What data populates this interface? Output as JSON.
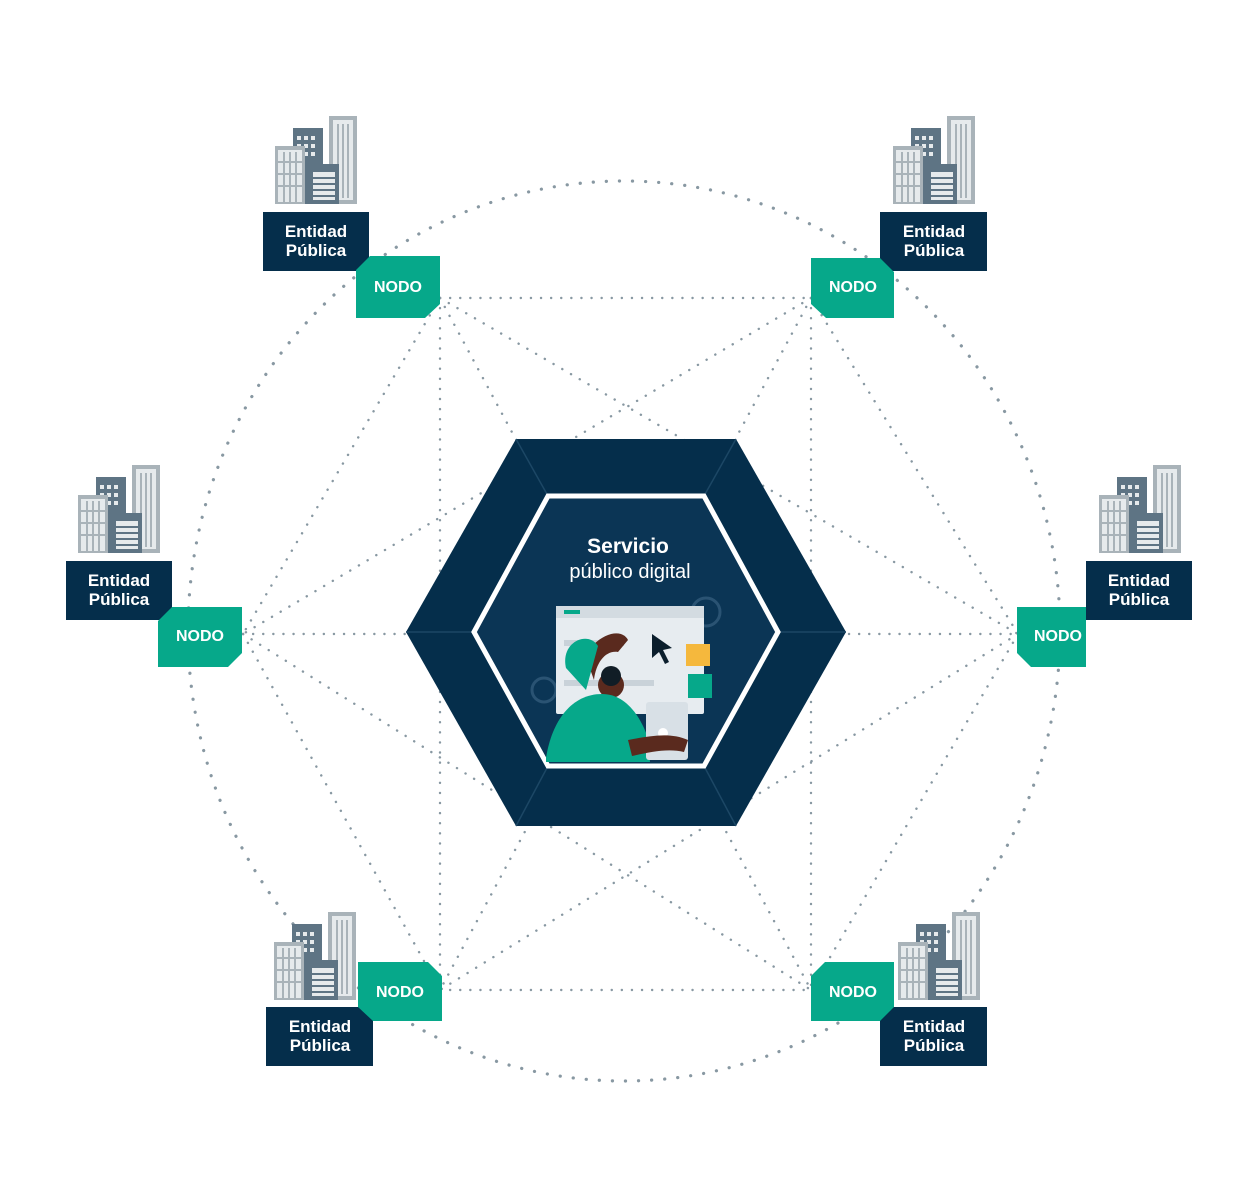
{
  "center": {
    "title": "Servicio",
    "subtitle": "público digital"
  },
  "colors": {
    "navy": "#052e4b",
    "green": "#06a88a",
    "building_light": "#a9b3b9",
    "building_dark": "#5e7484",
    "connector": "#8898a2"
  },
  "nodes": [
    {
      "id": "top-left",
      "entity_line1": "Entidad",
      "entity_line2": "Pública",
      "node_label": "NODO"
    },
    {
      "id": "top-right",
      "entity_line1": "Entidad",
      "entity_line2": "Pública",
      "node_label": "NODO"
    },
    {
      "id": "mid-left",
      "entity_line1": "Entidad",
      "entity_line2": "Pública",
      "node_label": "NODO"
    },
    {
      "id": "mid-right",
      "entity_line1": "Entidad",
      "entity_line2": "Pública",
      "node_label": "NODO"
    },
    {
      "id": "bottom-left",
      "entity_line1": "Entidad",
      "entity_line2": "Pública",
      "node_label": "NODO"
    },
    {
      "id": "bottom-right",
      "entity_line1": "Entidad",
      "entity_line2": "Pública",
      "node_label": "NODO"
    }
  ],
  "icons": {
    "building": "buildings-icon",
    "illustration": "person-using-web-app-illustration"
  }
}
